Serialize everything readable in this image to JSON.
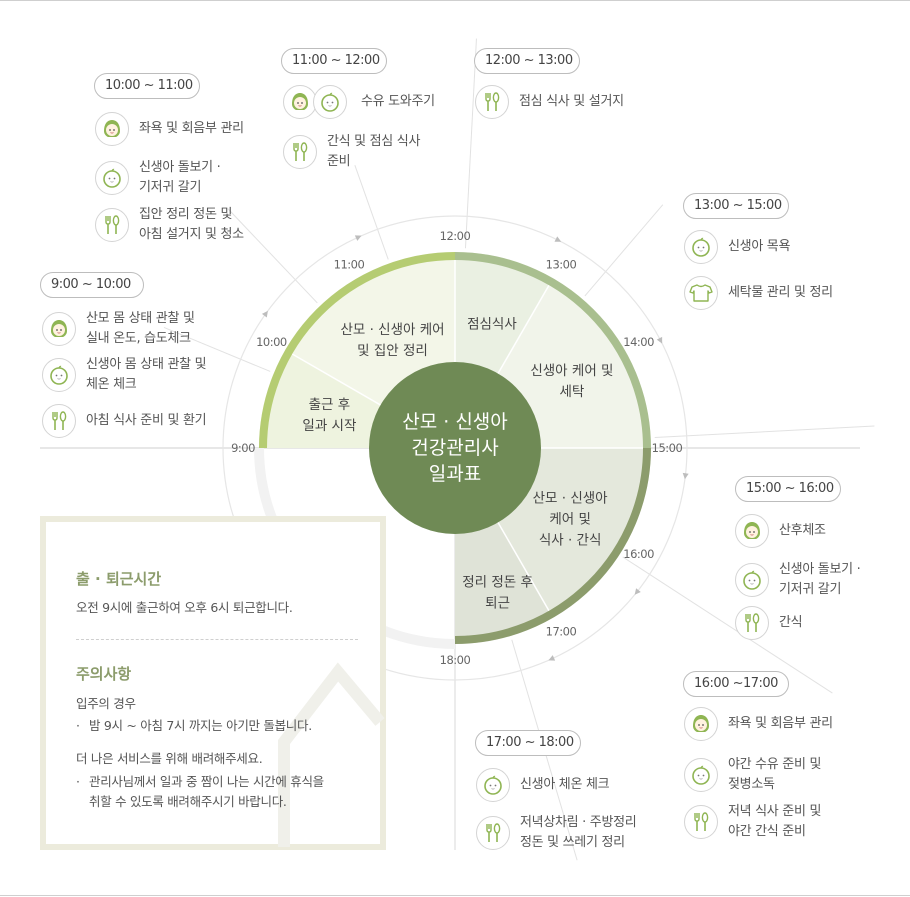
{
  "center": {
    "line1": "산모 · 신생아",
    "line2": "건강관리사",
    "line3": "일과표"
  },
  "hours": [
    "9:00",
    "10:00",
    "11:00",
    "12:00",
    "13:00",
    "14:00",
    "15:00",
    "16:00",
    "17:00",
    "18:00"
  ],
  "segments": [
    {
      "lines": [
        "출근 후",
        "일과 시작"
      ]
    },
    {
      "lines": [
        "산모 · 신생아 케어",
        "및 집안 정리"
      ]
    },
    {
      "lines": [
        "점심식사"
      ]
    },
    {
      "lines": [
        "신생아 케어 및",
        "세탁"
      ]
    },
    {
      "lines": [
        "산모 · 신생아",
        "케어 및",
        "식사 · 간식"
      ]
    },
    {
      "lines": [
        "정리 정돈 후",
        "퇴근"
      ]
    }
  ],
  "schedule": [
    {
      "time": "9:00 ~ 10:00",
      "items": [
        {
          "icon": "mother-icon",
          "text": "산모 몸 상태 관찰 및\n실내 온도, 습도체크"
        },
        {
          "icon": "baby-icon",
          "text": "신생아 몸 상태 관찰 및\n체온 체크"
        },
        {
          "icon": "utensils-icon",
          "text": "아침 식사 준비 및 환기"
        }
      ]
    },
    {
      "time": "10:00 ~ 11:00",
      "items": [
        {
          "icon": "mother-icon",
          "text": "좌욕 및 회음부 관리"
        },
        {
          "icon": "baby-icon",
          "text": "신생아 돌보기 ·\n기저귀 갈기"
        },
        {
          "icon": "utensils-icon",
          "text": "집안 정리 정돈 및\n아침 설거지 및 청소"
        }
      ]
    },
    {
      "time": "11:00 ~ 12:00",
      "items": [
        {
          "icon": "mother-baby-icon",
          "text": "수유 도와주기"
        },
        {
          "icon": "utensils-icon",
          "text": "간식 및 점심 식사\n준비"
        }
      ]
    },
    {
      "time": "12:00 ~ 13:00",
      "items": [
        {
          "icon": "utensils-icon",
          "text": "점심 식사 및 설거지"
        }
      ]
    },
    {
      "time": "13:00 ~ 15:00",
      "items": [
        {
          "icon": "baby-icon",
          "text": "신생아 목욕"
        },
        {
          "icon": "shirt-icon",
          "text": "세탁물 관리 및 정리"
        }
      ]
    },
    {
      "time": "15:00 ~ 16:00",
      "items": [
        {
          "icon": "mother-icon",
          "text": "산후체조"
        },
        {
          "icon": "baby-icon",
          "text": "신생아 돌보기 ·\n기저귀 갈기"
        },
        {
          "icon": "utensils-icon",
          "text": "간식"
        }
      ]
    },
    {
      "time": "16:00 ~17:00",
      "items": [
        {
          "icon": "mother-icon",
          "text": "좌욕 및 회음부 관리"
        },
        {
          "icon": "baby-icon",
          "text": "야간 수유 준비 및\n젖병소독"
        },
        {
          "icon": "utensils-icon",
          "text": "저녁 식사 준비 및\n야간 간식 준비"
        }
      ]
    },
    {
      "time": "17:00 ~ 18:00",
      "items": [
        {
          "icon": "baby-icon",
          "text": "신생아 체온 체크"
        },
        {
          "icon": "utensils-icon",
          "text": "저녁상차림 · 주방정리\n정돈 및 쓰레기 정리"
        }
      ]
    }
  ],
  "notice": {
    "title1": "출 · 퇴근시간",
    "body1": "오전 9시에 출근하여 오후 6시 퇴근합니다.",
    "title2": "주의사항",
    "case_label": "입주의 경우",
    "bullet1": "밤 9시 ~ 아침 7시 까지는 아기만 돌봅니다.",
    "lead2": "더 나은 서비스를 위해 배려해주세요.",
    "bullet2": "관리사님께서 일과 중 짬이 나는 시간에 휴식을\n취할 수 있도록 배려해주시기 바랍니다.",
    "bullet_mark": "·"
  },
  "colors": {
    "ring_light": "#b5cc72",
    "ring_mid": "#a9bf8f",
    "ring_dark": "#8c9c6c",
    "center": "#6f8a55",
    "seg_1": "#eef3df",
    "seg_2": "#f3f6e8",
    "seg_3": "#eaf0e2",
    "seg_4": "#f1f4ea",
    "seg_5": "#e4e8dc",
    "seg_6": "#dfe3d7",
    "icon_green": "#8fb553"
  }
}
